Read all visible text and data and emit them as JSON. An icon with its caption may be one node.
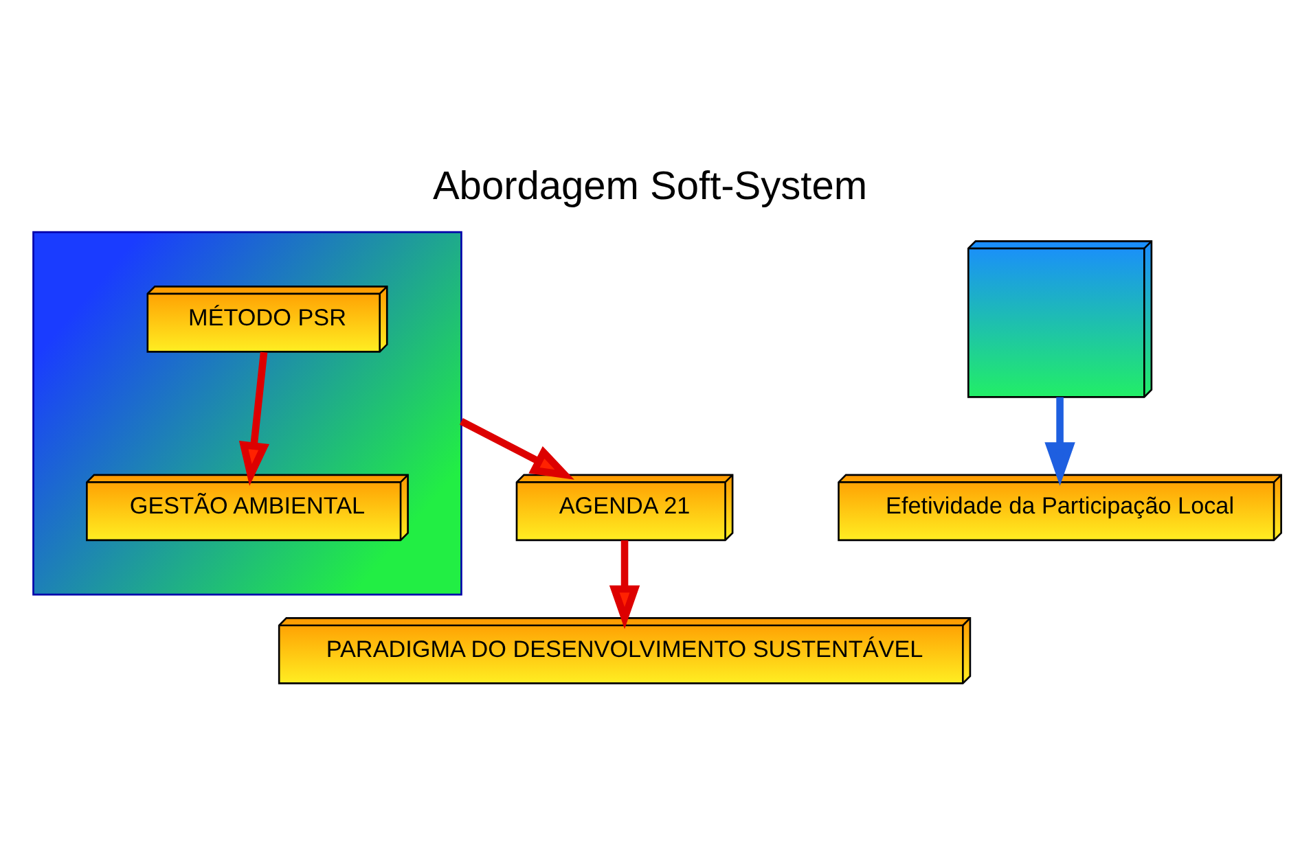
{
  "diagram": {
    "title": "Abordagem Soft-System",
    "nodes": [
      {
        "text": [],
        "shape": "box"
      },
      {
        "text": [
          "MÉTODO PSR"
        ],
        "in": 0
      },
      {
        "text": [
          "GESTÃO AMBIENTAL"
        ],
        "in": 0
      },
      {
        "text": [
          "AGENDA 21"
        ]
      },
      {
        "text": [
          "PARADIGMA DO DESENVOLVIMENTO SUSTENTÁVEL"
        ]
      },
      {
        "text": [],
        "shape": "box"
      },
      {
        "text": [
          "Efetividade da Participação Local"
        ]
      }
    ],
    "edges": [
      {
        "from": 1,
        "to": 2,
        "arrow": "to"
      },
      {
        "from": 0,
        "to": 3,
        "arrow": "to"
      },
      {
        "from": 3,
        "to": 4,
        "arrow": "to"
      },
      {
        "from": 5,
        "to": 6,
        "arrow": "to",
        "color": "#1e5fe0"
      }
    ]
  }
}
